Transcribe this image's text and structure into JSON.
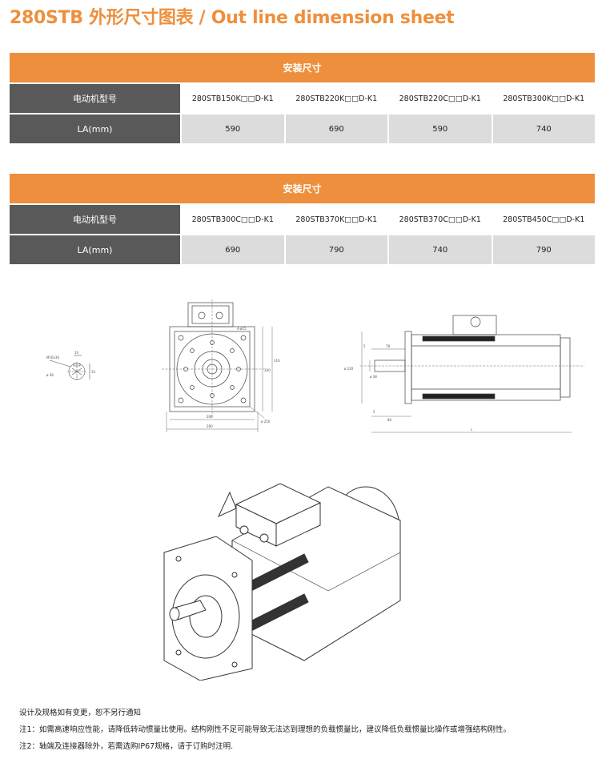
{
  "title": "280STB 外形尺寸图表 / Out line dimension sheet",
  "tables": [
    {
      "header": "安装尺寸",
      "model_label": "电动机型号",
      "la_label": "LA(mm)",
      "models": [
        "280STB150K□□D-K1",
        "280STB220K□□D-K1",
        "280STB220C□□D-K1",
        "280STB300K□□D-K1"
      ],
      "la": [
        "590",
        "690",
        "590",
        "740"
      ]
    },
    {
      "header": "安装尺寸",
      "model_label": "电动机型号",
      "la_label": "LA(mm)",
      "models": [
        "280STB300C□□D-K1",
        "280STB370K□□D-K1",
        "280STB370C□□D-K1",
        "280STB450C□□D-K1"
      ],
      "la": [
        "690",
        "790",
        "740",
        "790"
      ]
    }
  ],
  "drawing_labels": {
    "shaft_1": "M16x36",
    "shaft_2": "ø 38",
    "shaft_3": "10",
    "shaft_4": "33",
    "front_1": "4-ø15",
    "front_2": "266",
    "front_3": "280",
    "front_4": "300",
    "front_5": "316",
    "front_6": "ø 250",
    "side_1": "5",
    "side_2": "78",
    "side_3": "ø 220",
    "side_4": "ø 38",
    "side_5": "80",
    "side_6": "5",
    "side_7": "L"
  },
  "notes": [
    "设计及规格如有变更，恕不另行通知",
    "注1：如需高速响应性能，请降低转动惯量比使用。结构刚性不足可能导致无法达到理想的负载惯量比，建议降低负载惯量比操作或增强结构刚性。",
    "注2：轴端及连接器除外，若需选购IP67规格，请于订购时注明."
  ]
}
